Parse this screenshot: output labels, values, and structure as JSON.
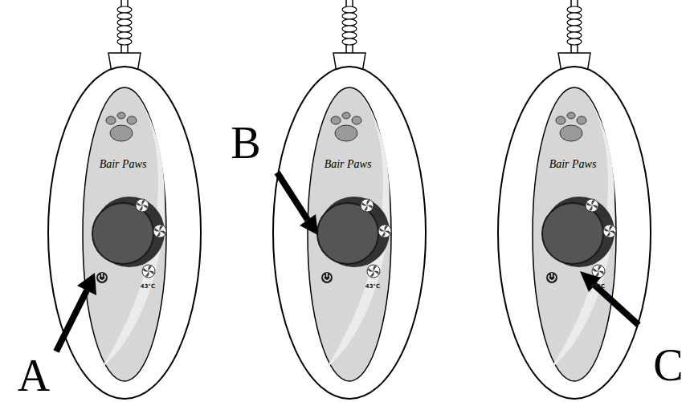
{
  "diagram": {
    "labels": [
      "Bair Paws",
      "43°C",
      "Bair Paws",
      "43°C",
      "Bair Paws",
      "43°C",
      "A",
      "B",
      "C"
    ]
  }
}
